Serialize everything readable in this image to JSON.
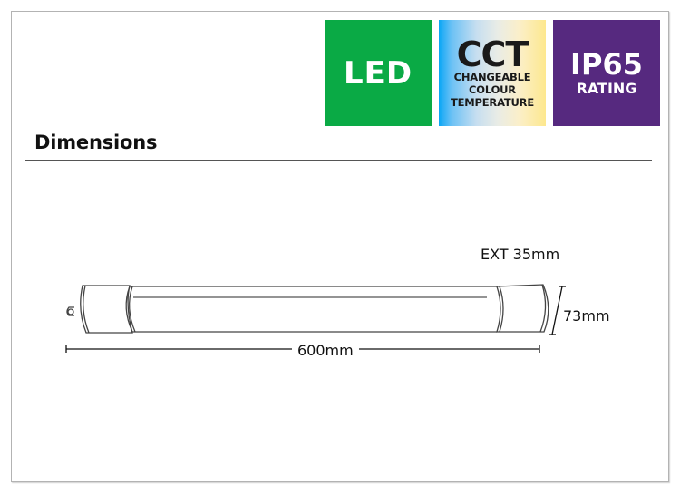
{
  "badges": {
    "led": {
      "label": "LED",
      "color": "#0aaa45"
    },
    "cct": {
      "label": "CCT",
      "line1": "CHANGEABLE",
      "line2": "COLOUR",
      "line3": "TEMPERATURE"
    },
    "ip": {
      "label": "IP65",
      "sub": "RATING",
      "color": "#56297f"
    }
  },
  "section": {
    "title": "Dimensions"
  },
  "dimensions": {
    "extension": "EXT 35mm",
    "height": "73mm",
    "length": "600mm"
  }
}
